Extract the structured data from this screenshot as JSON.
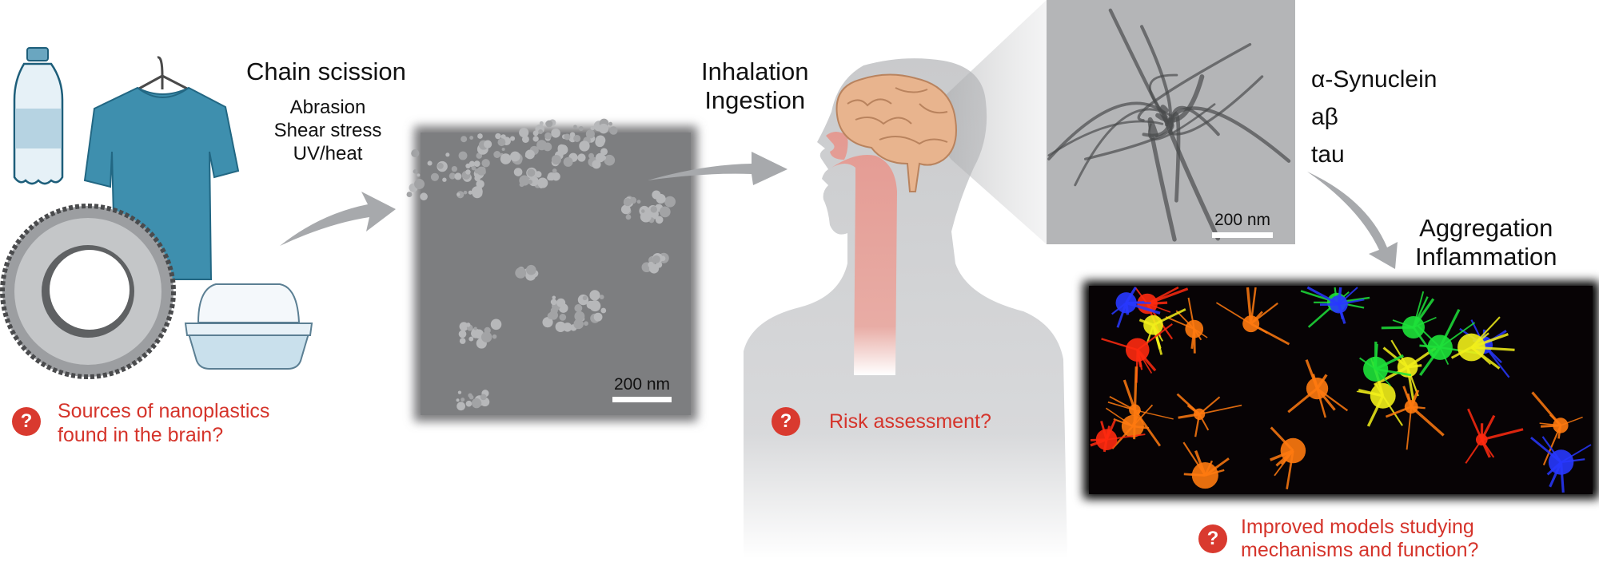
{
  "sources": {
    "items": [
      "plastic-bottle",
      "t-shirt",
      "tire",
      "foam-food-container"
    ],
    "question": [
      "Sources of nanoplastics",
      "found in the brain?"
    ]
  },
  "degradation": {
    "title": "Chain scission",
    "processes": [
      "Abrasion",
      "Shear stress",
      "UV/heat"
    ]
  },
  "sem_image": {
    "scale_label": "200 nm"
  },
  "exposure": {
    "routes": [
      "Inhalation",
      "Ingestion"
    ],
    "question": "Risk assessment?"
  },
  "tem_image": {
    "scale_label": "200 nm"
  },
  "proteins": [
    "α-Synuclein",
    "aβ",
    "tau"
  ],
  "outcomes": [
    "Aggregation",
    "Inflammation"
  ],
  "models": {
    "question": [
      "Improved models studying",
      "mechanisms and function?"
    ]
  },
  "question_icon": "?",
  "colors": {
    "question_red": "#d5342b",
    "shirt": "#3e8fae",
    "arrow_gray": "#a7a9ac",
    "brain": "#e8b48e",
    "airway": "#e49a92"
  }
}
